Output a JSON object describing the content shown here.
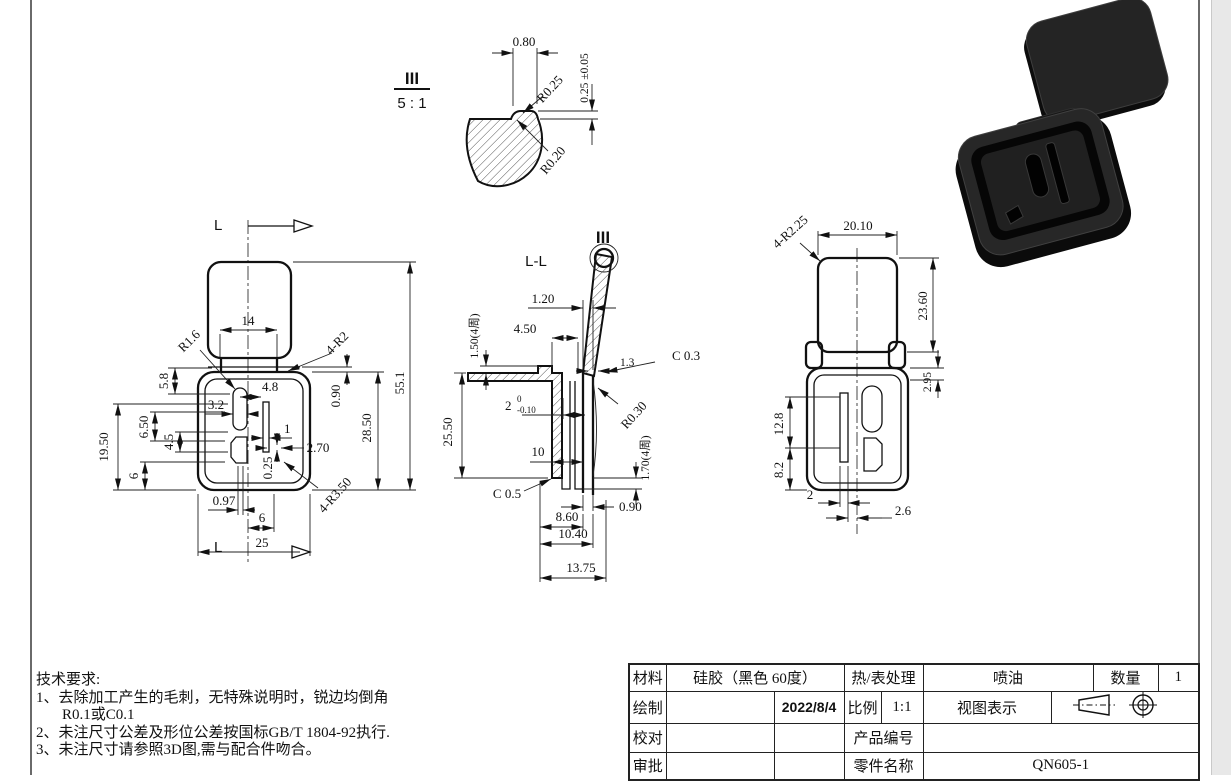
{
  "detail_view": {
    "label": "III",
    "scale": "5 : 1",
    "dims": {
      "width": "0.80",
      "r_top": "R0.25",
      "height_tol": "0.25 ±0.05",
      "r_bottom": "R0.20"
    }
  },
  "front_view": {
    "section_label_top": "L",
    "section_label_bottom": "L",
    "dims": {
      "cap_width": "14",
      "r16": "R1.6",
      "r2": "4-R2",
      "d58": "5.8",
      "d48": "4.8",
      "d090": "0.90",
      "total_height": "55.1",
      "d2850": "28.50",
      "d32": "3.2",
      "d650": "6.50",
      "d1950": "19.50",
      "d45": "4.5",
      "d6_left": "6",
      "d1": "1",
      "d270": "2.70",
      "d025": "0.25",
      "d097": "0.97",
      "d6_bottom": "6",
      "r350": "4-R3.50",
      "d25": "25"
    }
  },
  "section_view": {
    "title": "L-L",
    "detail_marker": "III",
    "dims": {
      "d120": "1.20",
      "d150": "1.50(4周)",
      "d450": "4.50",
      "d13": "1.3",
      "c03": "C 0.3",
      "d2": "2",
      "d2_tol_upper": "0",
      "d2_tol_lower": "-0.10",
      "r030": "R0.30",
      "d2550": "25.50",
      "d10": "10",
      "d170": "1.70(4周)",
      "c05": "C 0.5",
      "d090": "0.90",
      "d860": "8.60",
      "d1040": "10.40",
      "d1375": "13.75"
    }
  },
  "side_view": {
    "dims": {
      "r225": "4-R2.25",
      "cap_width": "20.10",
      "cap_height": "23.60",
      "d295": "2.95",
      "d128": "12.8",
      "d82": "8.2",
      "d2": "2",
      "d26": "2.6"
    }
  },
  "notes": {
    "title": "技术要求:",
    "line1": "1、去除加工产生的毛刺，无特殊说明时，锐边均倒角",
    "line1b": "R0.1或C0.1",
    "line2": "2、未注尺寸公差及形位公差按国标GB/T 1804-92执行.",
    "line3": "3、未注尺寸请参照3D图,需与配合件吻合。"
  },
  "title_block": {
    "material_label": "材料",
    "material_value": "硅胶（黑色 60度）",
    "finish_label": "热/表处理",
    "finish_value": "喷油",
    "qty_label": "数量",
    "qty_value": "1",
    "drawn_label": "绘制",
    "drawn_date": "2022/8/4",
    "scale_label": "比例",
    "scale_value": "1:1",
    "view_label": "视图表示",
    "check_label": "校对",
    "product_no_label": "产品编号",
    "approve_label": "审批",
    "part_name_label": "零件名称",
    "part_name_value": "QN605-1"
  }
}
